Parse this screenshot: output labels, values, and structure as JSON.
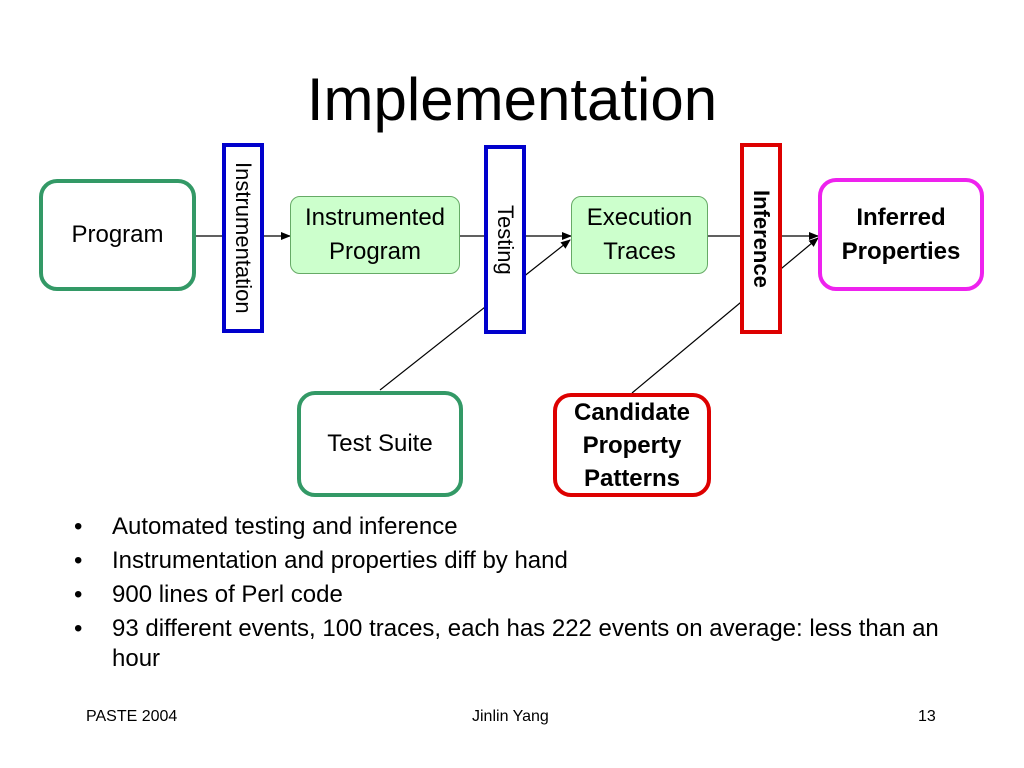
{
  "slide": {
    "title": "Implementation",
    "nodes": {
      "program": "Program",
      "instrumentation": "Instrumentation",
      "instrumented_program": [
        "Instrumented",
        "Program"
      ],
      "testing": "Testing",
      "execution_traces": [
        "Execution",
        "Traces"
      ],
      "inference": "Inference",
      "inferred_properties": [
        "Inferred",
        "Properties"
      ],
      "test_suite": "Test Suite",
      "candidate_patterns": [
        "Candidate",
        "Property",
        "Patterns"
      ]
    },
    "bullets": [
      "Automated testing and inference",
      "Instrumentation and properties diff by hand",
      "900 lines of Perl code",
      "93 different events, 100 traces, each has 222 events on average: less than an hour"
    ],
    "footer": {
      "left": "PASTE 2004",
      "center": "Jinlin Yang",
      "right": "13"
    }
  },
  "colors": {
    "green_border": "#339966",
    "light_green_fill": "#ccffcc",
    "blue_border": "#0000cc",
    "red_border": "#dd0000",
    "magenta_border": "#ee22ee"
  }
}
